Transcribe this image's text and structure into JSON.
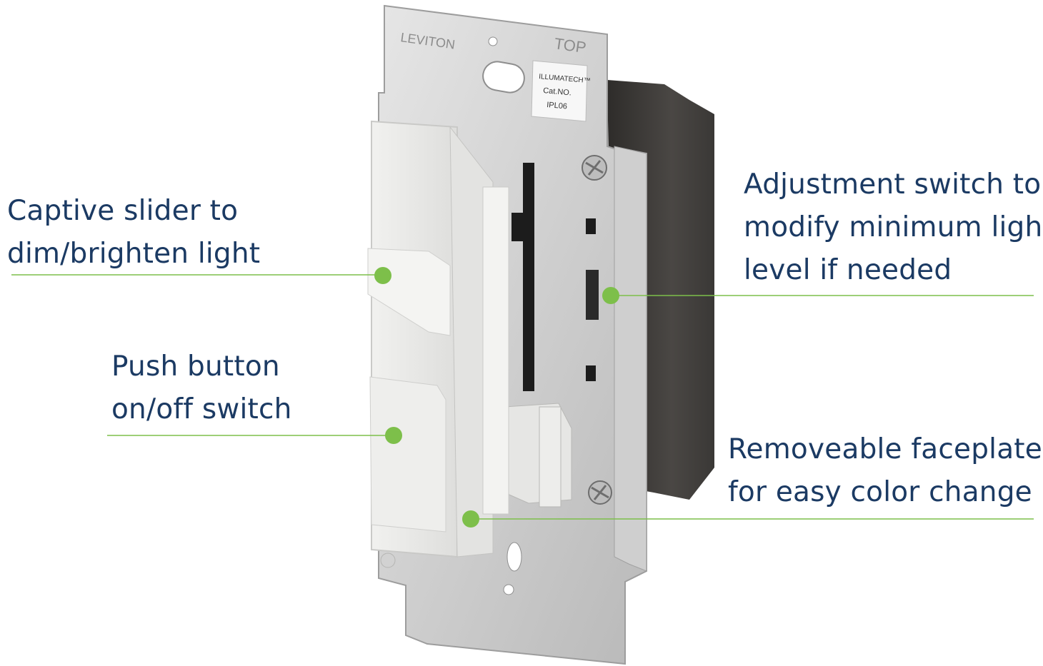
{
  "colors": {
    "text": "#1b3a63",
    "accent": "#7dbf4a"
  },
  "device": {
    "brand_text": "LEVITON",
    "top_text": "TOP",
    "label": {
      "line1": "ILLUMATECH™",
      "line2": "Cat.NO.",
      "line3": "IPL06"
    },
    "image_kind": "product photo: slide dimmer switch with faceplate"
  },
  "callouts": {
    "slider": {
      "line1": "Captive slider to",
      "line2": "dim/brighten light"
    },
    "push_button": {
      "line1": "Push button",
      "line2": "on/off switch"
    },
    "adjustment": {
      "line1": "Adjustment switch to",
      "line2": "modify minimum light",
      "line3": "level if needed"
    },
    "faceplate": {
      "line1": "Removeable faceplate",
      "line2": "for easy color change"
    }
  }
}
